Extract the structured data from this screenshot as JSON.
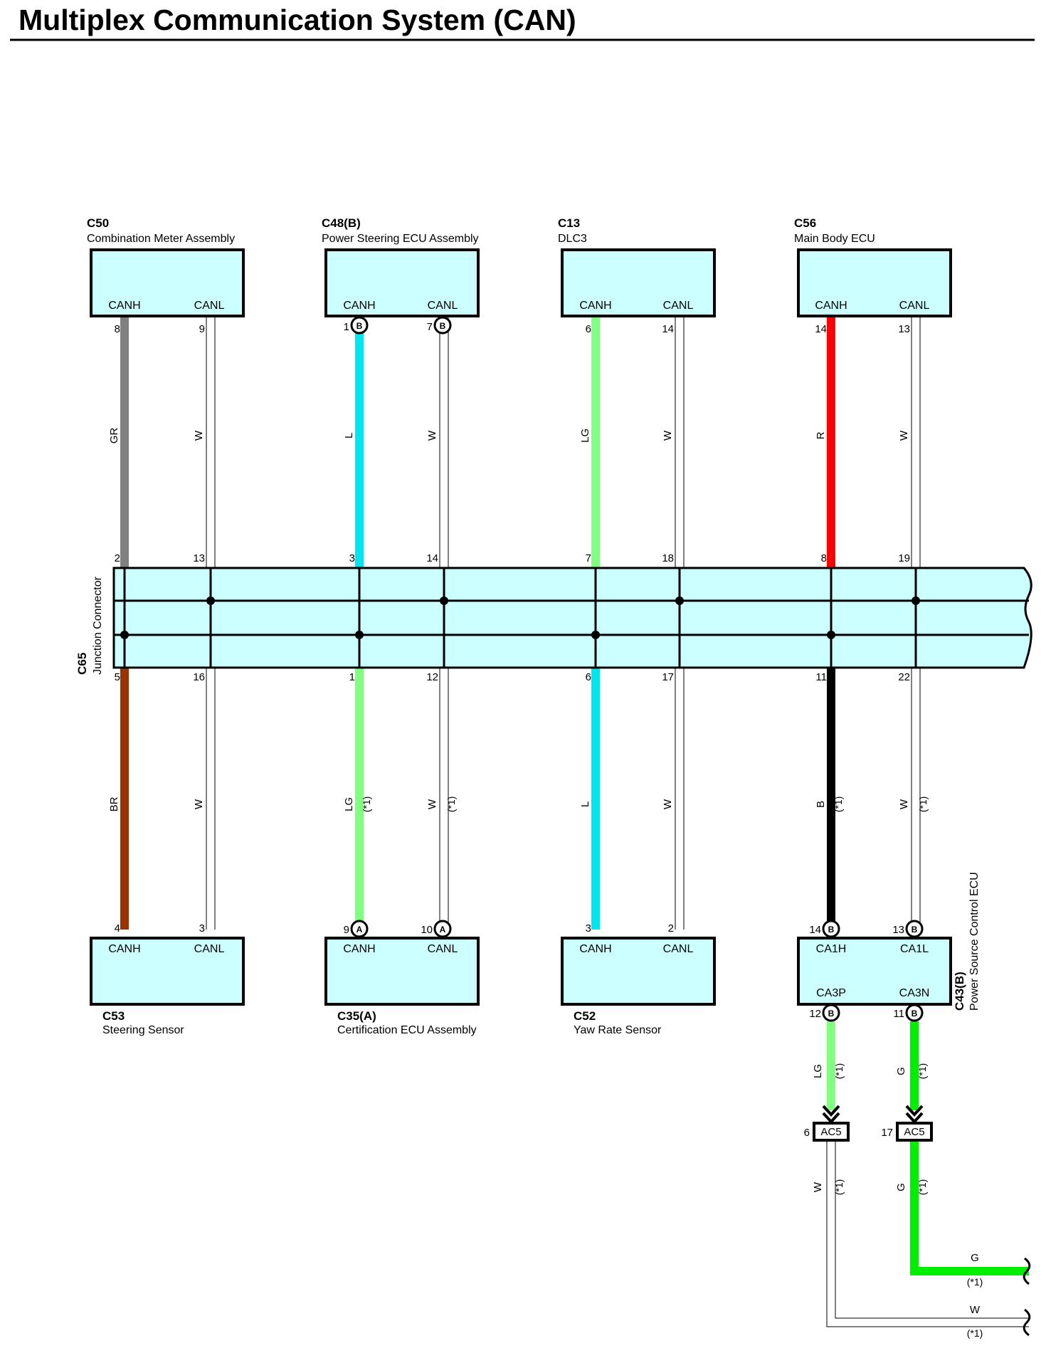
{
  "title": "Multiplex Communication System (CAN)",
  "colors": {
    "box_fill": "#ccffff",
    "GR": "#808080",
    "W": "#ffffff",
    "L": "#00e5ee",
    "LG": "#80ff80",
    "R": "#ff0000",
    "BR": "#993300",
    "B": "#000000",
    "G": "#00ee00"
  },
  "top_connectors": [
    {
      "code": "C50",
      "name": "Combination Meter Assembly",
      "pin_h": "CANH",
      "pin_l": "CANL",
      "num_h": "8",
      "num_l": "9",
      "badge_h": "",
      "badge_l": "",
      "wire_h": "GR",
      "wire_l": "W",
      "jnum_h": "2",
      "jnum_l": "13"
    },
    {
      "code": "C48(B)",
      "name": "Power Steering ECU Assembly",
      "pin_h": "CANH",
      "pin_l": "CANL",
      "num_h": "1",
      "num_l": "7",
      "badge_h": "B",
      "badge_l": "B",
      "wire_h": "L",
      "wire_l": "W",
      "jnum_h": "3",
      "jnum_l": "14"
    },
    {
      "code": "C13",
      "name": "DLC3",
      "pin_h": "CANH",
      "pin_l": "CANL",
      "num_h": "6",
      "num_l": "14",
      "badge_h": "",
      "badge_l": "",
      "wire_h": "LG",
      "wire_l": "W",
      "jnum_h": "7",
      "jnum_l": "18"
    },
    {
      "code": "C56",
      "name": "Main Body ECU",
      "pin_h": "CANH",
      "pin_l": "CANL",
      "num_h": "14",
      "num_l": "13",
      "badge_h": "",
      "badge_l": "",
      "wire_h": "R",
      "wire_l": "W",
      "jnum_h": "8",
      "jnum_l": "19"
    }
  ],
  "bottom_connectors": [
    {
      "code": "C53",
      "name": "Steering Sensor",
      "pin_h": "CANH",
      "pin_l": "CANL",
      "num_h": "4",
      "num_l": "3",
      "badge_h": "",
      "badge_l": "",
      "wire_h": "BR",
      "wire_l": "W",
      "note_h": "",
      "note_l": "",
      "jnum_h": "5",
      "jnum_l": "16"
    },
    {
      "code": "C35(A)",
      "name": "Certification ECU Assembly",
      "pin_h": "CANH",
      "pin_l": "CANL",
      "num_h": "9",
      "num_l": "10",
      "badge_h": "A",
      "badge_l": "A",
      "wire_h": "LG",
      "wire_l": "W",
      "note_h": "(*1)",
      "note_l": "(*1)",
      "jnum_h": "1",
      "jnum_l": "12"
    },
    {
      "code": "C52",
      "name": "Yaw Rate Sensor",
      "pin_h": "CANH",
      "pin_l": "CANL",
      "num_h": "3",
      "num_l": "2",
      "badge_h": "",
      "badge_l": "",
      "wire_h": "L",
      "wire_l": "W",
      "note_h": "",
      "note_l": "",
      "jnum_h": "6",
      "jnum_l": "17"
    },
    {
      "code": "C43(B)",
      "name": "Power Source Control ECU",
      "pin_h": "CA1H",
      "pin_l": "CA1L",
      "pin_h2": "CA3P",
      "pin_l2": "CA3N",
      "num_h": "14",
      "num_l": "13",
      "num_h2": "12",
      "num_l2": "11",
      "badge_h": "B",
      "badge_l": "B",
      "wire_h": "B",
      "wire_l": "W",
      "note_h": "(*1)",
      "note_l": "(*1)",
      "jnum_h": "11",
      "jnum_l": "22"
    }
  ],
  "junction": {
    "code": "C65",
    "name": "Junction Connector"
  },
  "ac5": {
    "label": "AC5",
    "left": {
      "wire_up": "LG",
      "note_up": "(*1)",
      "pin": "6",
      "wire_down": "W",
      "note_down": "(*1)"
    },
    "right": {
      "wire_up": "G",
      "note_up": "(*1)",
      "pin": "17",
      "wire_down": "G",
      "note_down": "(*1)"
    }
  },
  "outputs": [
    {
      "wire": "G",
      "note": "(*1)"
    },
    {
      "wire": "W",
      "note": "(*1)"
    }
  ]
}
